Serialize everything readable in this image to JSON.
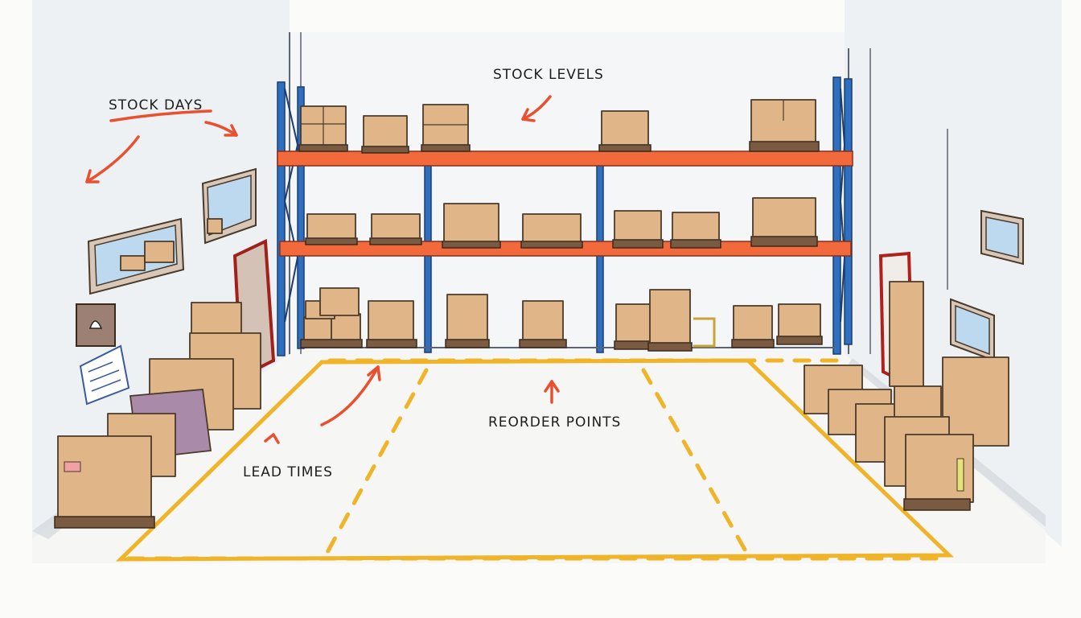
{
  "labels": {
    "stock_days": "STOCK DAYS",
    "stock_levels": "STOCK LEVELS",
    "reorder_points": "REORDER POINTS",
    "lead_times": "LEAD TIMES"
  },
  "colors": {
    "arrow": "#e8502f",
    "rack_upright": "#2f6fc0",
    "rack_beam": "#f26a3c",
    "floor_marking": "#f0b429",
    "cardboard": "#e0b588"
  }
}
